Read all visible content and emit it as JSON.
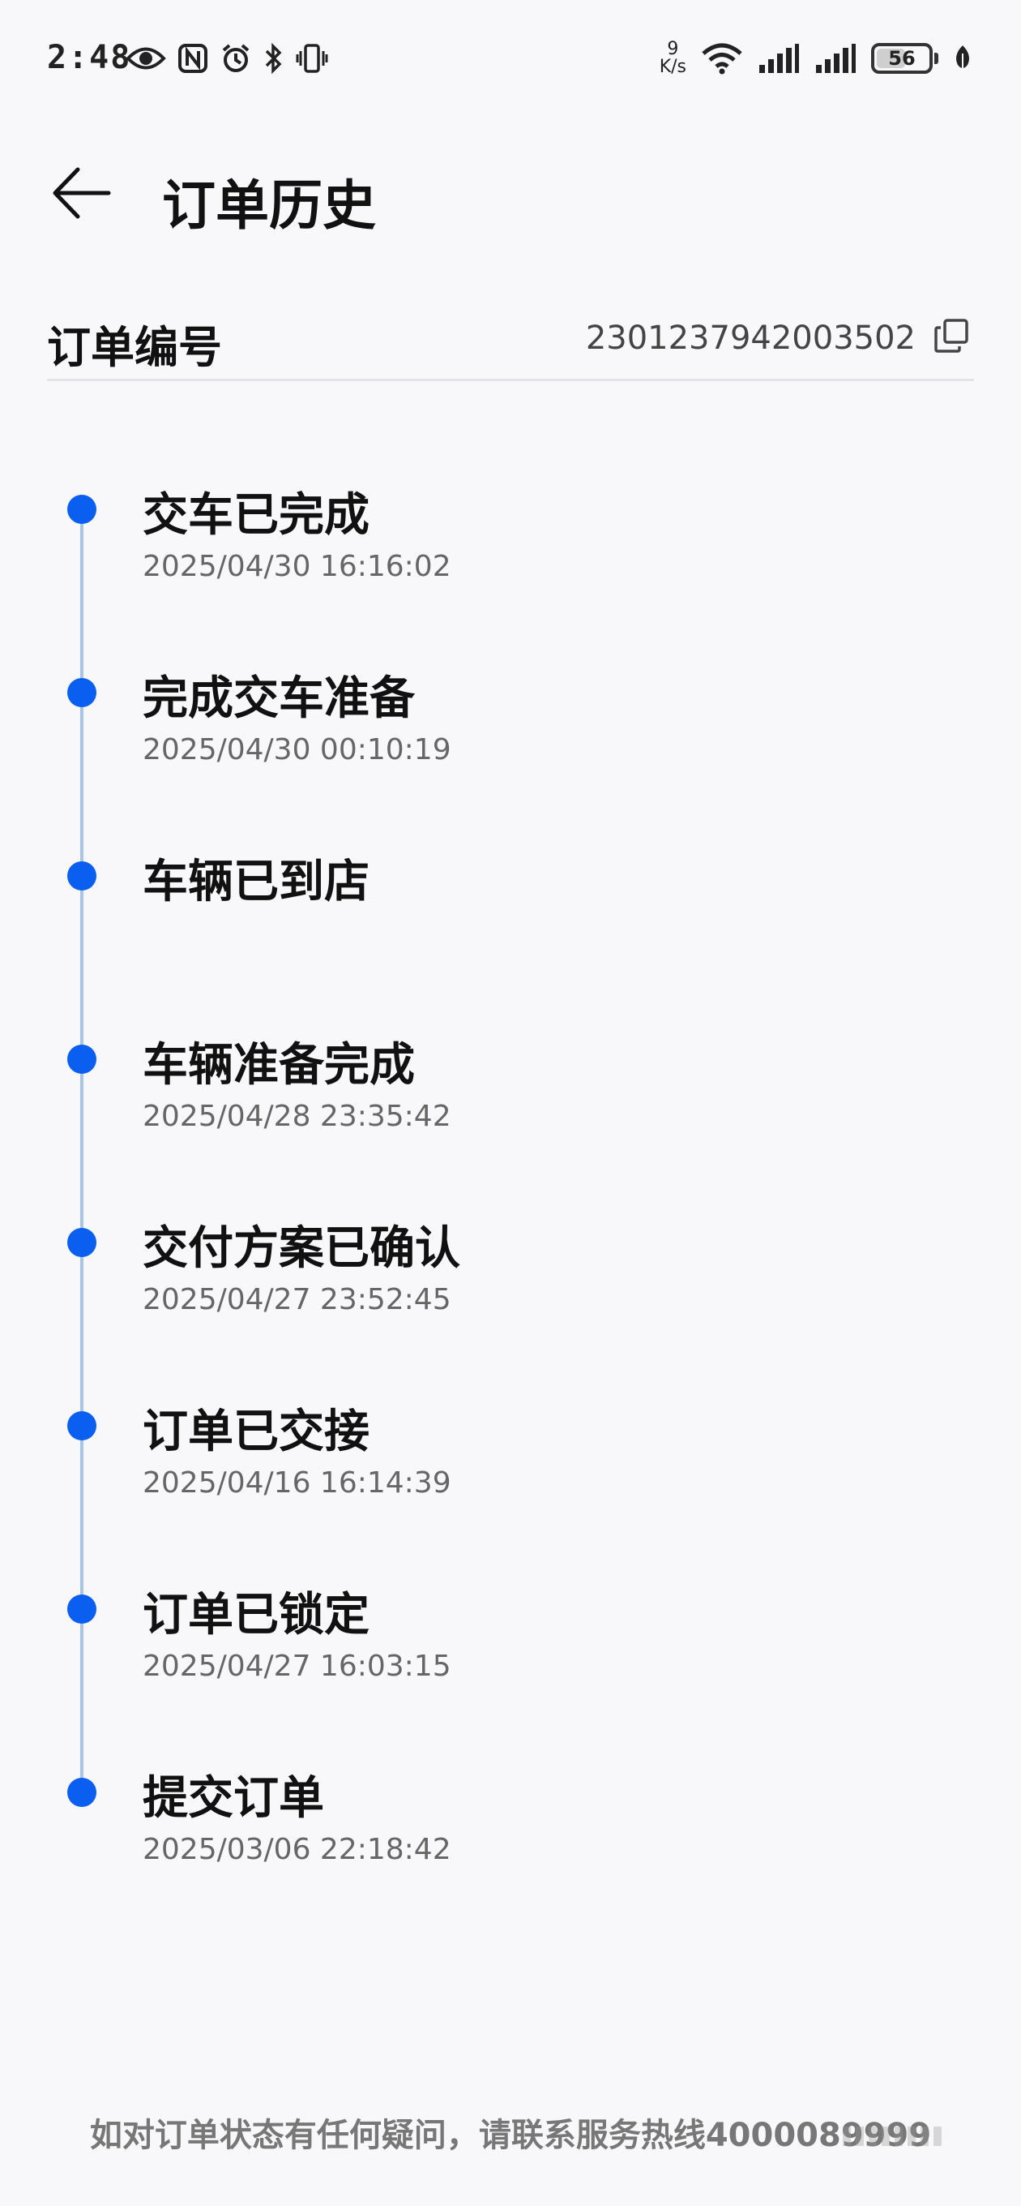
{
  "status_bar": {
    "time": "2:48",
    "net_speed_value": "9",
    "net_speed_unit": "K/s",
    "battery": "56",
    "battery_fraction": 0.56,
    "icons_left": [
      "eye-icon",
      "nfc-icon",
      "alarm-icon",
      "bluetooth-icon",
      "vibrate-icon"
    ],
    "icons_right": [
      "wifi-icon",
      "signal-icon",
      "signal-icon",
      "battery-icon",
      "leaf-icon"
    ]
  },
  "header": {
    "title": "订单历史",
    "back_icon": "arrow-left-icon"
  },
  "order": {
    "label": "订单编号",
    "number": "2301237942003502",
    "copy_icon": "copy-icon"
  },
  "timeline": [
    {
      "title": "交车已完成",
      "time": "2025/04/30 16:16:02"
    },
    {
      "title": "完成交车准备",
      "time": "2025/04/30 00:10:19"
    },
    {
      "title": "车辆已到店",
      "time": ""
    },
    {
      "title": "车辆准备完成",
      "time": "2025/04/28 23:35:42"
    },
    {
      "title": "交付方案已确认",
      "time": "2025/04/27 23:52:45"
    },
    {
      "title": "订单已交接",
      "time": "2025/04/16 16:14:39"
    },
    {
      "title": "订单已锁定",
      "time": "2025/04/27 16:03:15"
    },
    {
      "title": "提交订单",
      "time": "2025/03/06 22:18:42"
    }
  ],
  "footer": {
    "note": "如对订单状态有任何疑问，请联系服务热线4000089999"
  },
  "colors": {
    "accent": "#0a5ef0",
    "timeline_line": "#a8c4e6",
    "background": "#f8f8fa"
  }
}
